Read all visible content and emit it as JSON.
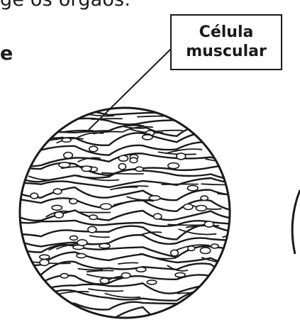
{
  "header_text": "ge os órgãos.",
  "side_text": "e",
  "label": {
    "line1": "Célula",
    "line2": "muscular"
  },
  "colors": {
    "ink": "#1a1a1a",
    "background": "#ffffff"
  }
}
